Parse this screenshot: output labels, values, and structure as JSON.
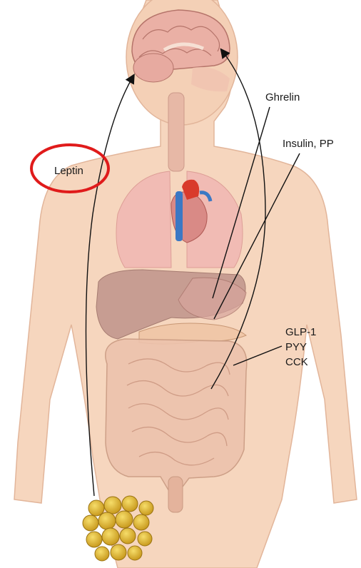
{
  "labels": {
    "leptin": "Leptin",
    "ghrelin": "Ghrelin",
    "insulin_pp": "Insulin, PP",
    "gut_hormones": [
      "GLP-1",
      "PYY",
      "CCK"
    ]
  },
  "colors": {
    "skin": "#f6d6be",
    "skin_outline": "#e2b59a",
    "brain": "#eab0a5",
    "lung": "#f1b7b3",
    "liver": "#b88a84",
    "heart_red": "#d93a2b",
    "heart_blue": "#3b78c4",
    "intestine": "#f3cdbd",
    "colon": "#edc3ad",
    "adipose": "#e0b836",
    "highlight_circle": "#e01b1b",
    "arrow": "#111111"
  },
  "icons": {
    "brain": "brain-icon",
    "heart": "heart-icon",
    "fat_cells": "adipose-tissue-icon"
  }
}
